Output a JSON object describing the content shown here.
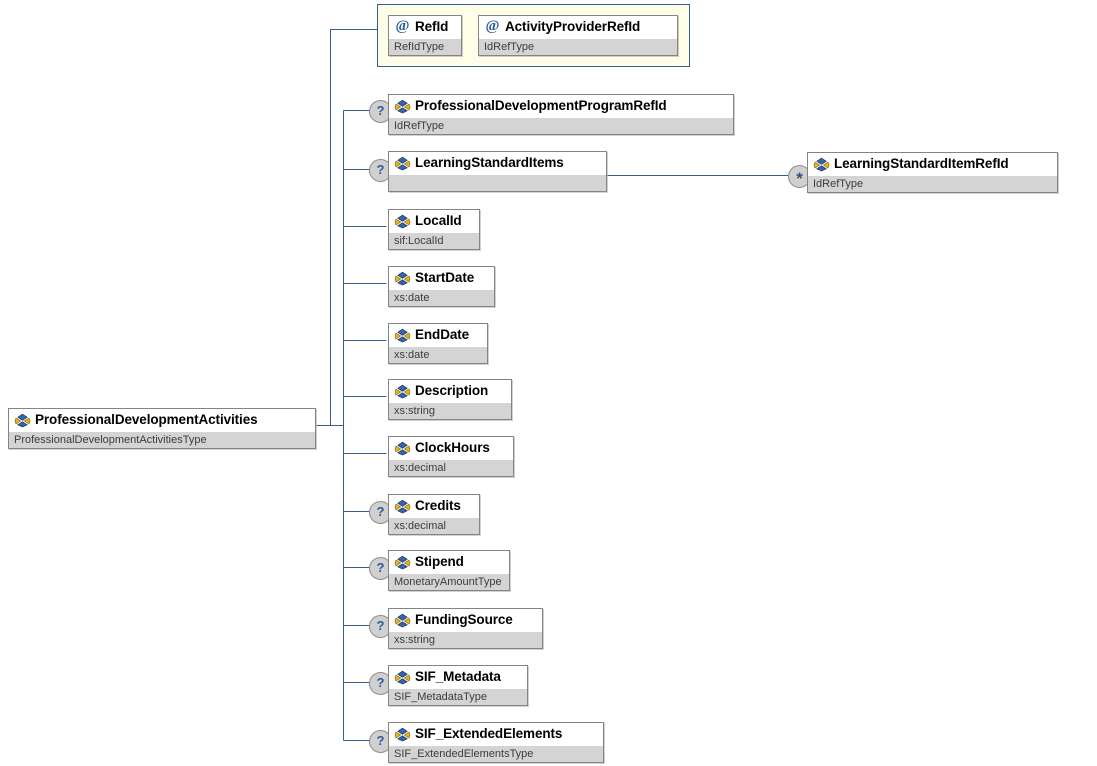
{
  "diagram": {
    "kind": "xsd-schema-tree",
    "root": {
      "name": "ProfessionalDevelopmentActivities",
      "type": "ProfessionalDevelopmentActivitiesType",
      "icon": "element-icon",
      "occurrence": ""
    },
    "attribute_group": {
      "attributes": [
        {
          "name": "RefId",
          "type": "RefIdType",
          "icon": "attribute-icon"
        },
        {
          "name": "ActivityProviderRefId",
          "type": "IdRefType",
          "icon": "attribute-icon"
        }
      ]
    },
    "children": [
      {
        "name": "ProfessionalDevelopmentProgramRefId",
        "type": "IdRefType",
        "icon": "element-icon",
        "occurrence": "?"
      },
      {
        "name": "LearningStandardItems",
        "type": "",
        "icon": "element-icon",
        "occurrence": "?"
      },
      {
        "name": "LocalId",
        "type": "sif:LocalId",
        "icon": "element-icon",
        "occurrence": ""
      },
      {
        "name": "StartDate",
        "type": "xs:date",
        "icon": "element-icon",
        "occurrence": ""
      },
      {
        "name": "EndDate",
        "type": "xs:date",
        "icon": "element-icon",
        "occurrence": ""
      },
      {
        "name": "Description",
        "type": "xs:string",
        "icon": "element-icon",
        "occurrence": ""
      },
      {
        "name": "ClockHours",
        "type": "xs:decimal",
        "icon": "element-icon",
        "occurrence": ""
      },
      {
        "name": "Credits",
        "type": "xs:decimal",
        "icon": "element-icon",
        "occurrence": "?"
      },
      {
        "name": "Stipend",
        "type": "MonetaryAmountType",
        "icon": "element-icon",
        "occurrence": "?"
      },
      {
        "name": "FundingSource",
        "type": "xs:string",
        "icon": "element-icon",
        "occurrence": "?"
      },
      {
        "name": "SIF_Metadata",
        "type": "SIF_MetadataType",
        "icon": "element-icon",
        "occurrence": "?"
      },
      {
        "name": "SIF_ExtendedElements",
        "type": "SIF_ExtendedElementsType",
        "icon": "element-icon",
        "occurrence": "?"
      }
    ],
    "grandchildren": [
      {
        "parent": "LearningStandardItems",
        "name": "LearningStandardItemRefId",
        "type": "IdRefType",
        "icon": "element-icon",
        "occurrence": "*"
      }
    ],
    "colors": {
      "connector": "#33618f",
      "attribute_group_fill": "#fdfde8",
      "attribute_group_border": "#32618f",
      "node_border": "#848484",
      "type_band": "#d4d4d4",
      "title_text": "#000000",
      "type_text": "#3c3c3c",
      "occurrence_fill": "#d0d0d0",
      "occurrence_glyph": "#2c5d94"
    }
  }
}
